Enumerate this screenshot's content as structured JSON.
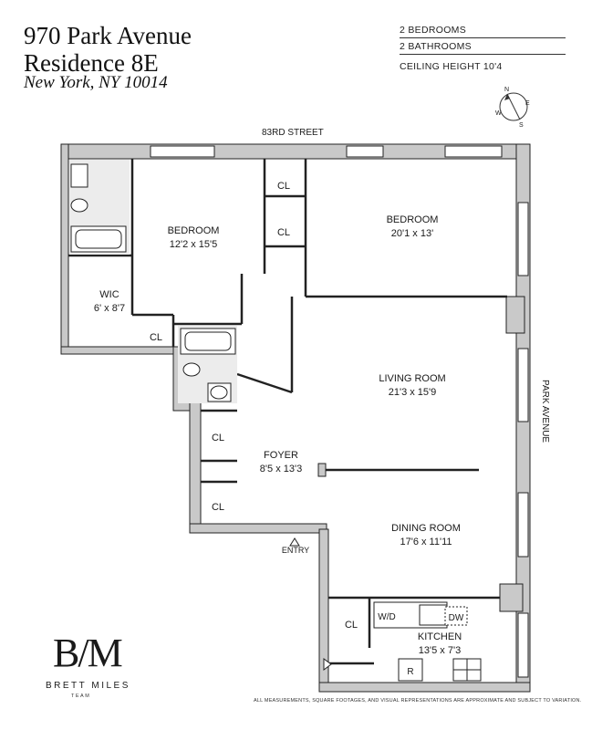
{
  "header": {
    "title_line1": "970 Park Avenue",
    "title_line2": "Residence 8E",
    "location": "New York, NY 10014"
  },
  "specs": {
    "bedrooms": "2 BEDROOMS",
    "bathrooms": "2 BATHROOMS",
    "ceiling": "CEILING HEIGHT 10'4"
  },
  "compass": {
    "n": "N",
    "s": "S",
    "e": "E",
    "w": "W"
  },
  "streets": {
    "north": "83RD STREET",
    "east": "PARK AVENUE"
  },
  "rooms": {
    "bedroom1": {
      "name": "BEDROOM",
      "dims": "12'2 x 15'5"
    },
    "bedroom2": {
      "name": "BEDROOM",
      "dims": "20'1 x 13'"
    },
    "wic": {
      "name": "WIC",
      "dims": "6' x 8'7"
    },
    "living": {
      "name": "LIVING ROOM",
      "dims": "21'3 x 15'9"
    },
    "foyer": {
      "name": "FOYER",
      "dims": "8'5 x 13'3"
    },
    "dining": {
      "name": "DINING ROOM",
      "dims": "17'6 x 11'11"
    },
    "kitchen": {
      "name": "KITCHEN",
      "dims": "13'5 x 7'3"
    }
  },
  "closets": {
    "label": "CL"
  },
  "fixtures": {
    "washer_dryer": "W/D",
    "dishwasher": "DW",
    "refrigerator": "R"
  },
  "entry": {
    "label": "ENTRY"
  },
  "brand": {
    "mark": "B/M",
    "name": "BRETT MILES",
    "sub": "TEAM"
  },
  "disclaimer": "ALL MEASUREMENTS, SQUARE FOOTAGES, AND VISUAL REPRESENTATIONS ARE APPROXIMATE AND SUBJECT TO VARIATION.",
  "colors": {
    "wall": "#c9c9c9",
    "line": "#222222",
    "tile": "#e6e6e6"
  }
}
